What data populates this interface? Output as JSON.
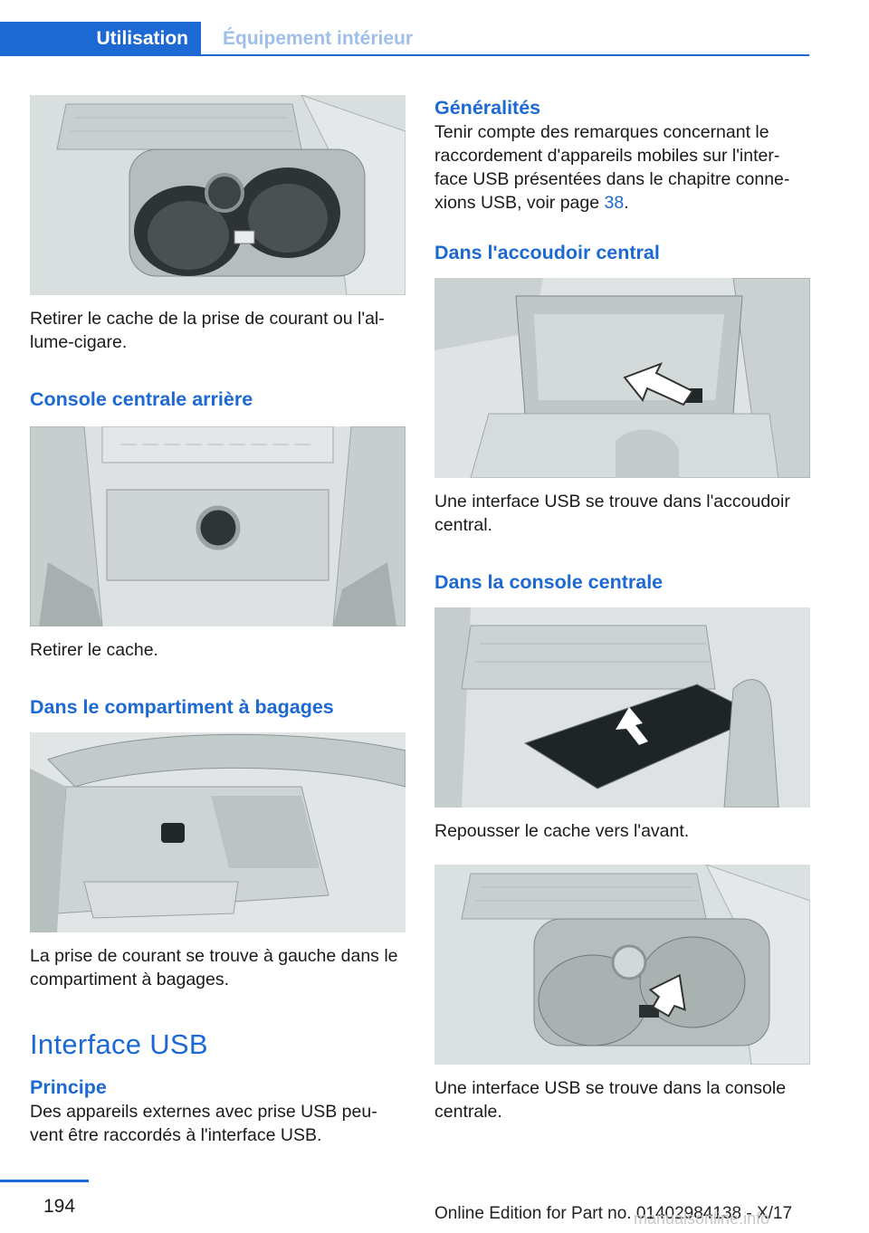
{
  "header": {
    "active_tab": "Utilisation",
    "inactive_tab": "Équipement intérieur"
  },
  "left": {
    "caption_1": "Retirer le cache de la prise de courant ou l'al‐ lume-cigare.",
    "heading_rear_console": "Console centrale arrière",
    "caption_2": "Retirer le cache.",
    "heading_luggage": "Dans le compartiment à bagages",
    "caption_3": "La prise de courant se trouve à gauche dans le compartiment à bagages.",
    "heading_usb": "Interface USB",
    "heading_principle": "Principe",
    "principle_text": "Des appareils externes avec prise USB peu‐ vent être raccordés à l'interface USB."
  },
  "right": {
    "heading_general": "Généralités",
    "general_text_before": "Tenir compte des remarques concernant le raccordement d'appareils mobiles sur l'inter‐ face USB présentées dans le chapitre conne‐ xions USB, voir page ",
    "general_link": "38",
    "general_text_after": ".",
    "heading_armrest": "Dans l'accoudoir central",
    "caption_armrest": "Une interface USB se trouve dans l'accoudoir central.",
    "heading_center_console": "Dans la console centrale",
    "caption_push": "Repousser le cache vers l'avant.",
    "caption_center_usb": "Une interface USB se trouve dans la console centrale."
  },
  "footer": {
    "page_number": "194",
    "edition": "Online Edition for Part no. 01402984138 - X/17",
    "watermark": "manualsonline.info"
  }
}
